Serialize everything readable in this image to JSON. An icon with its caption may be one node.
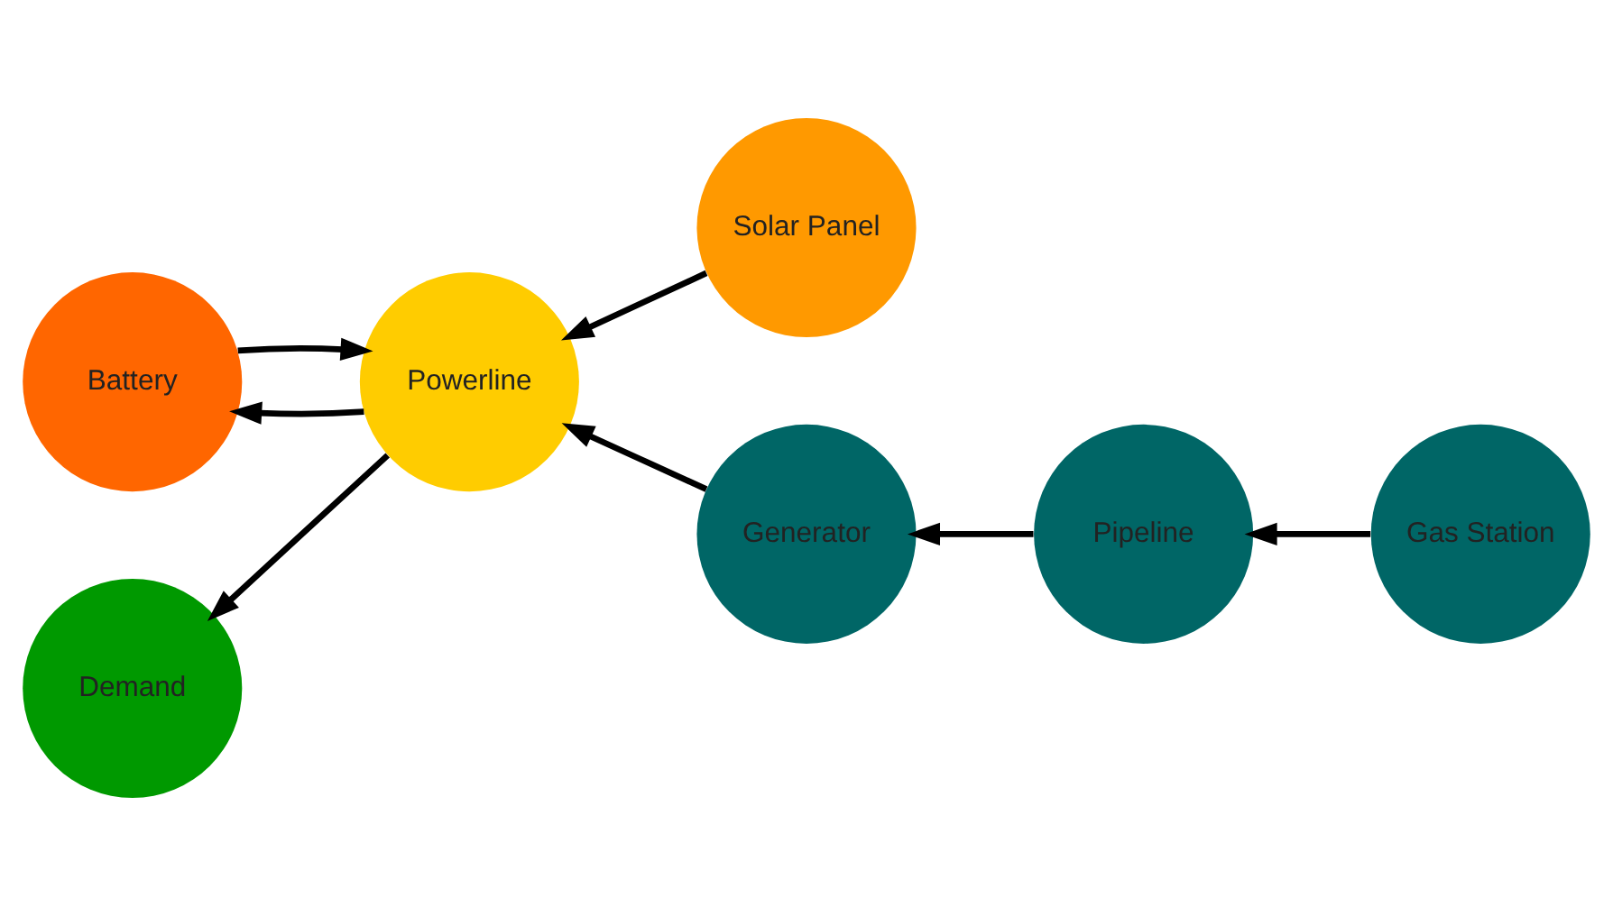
{
  "diagram": {
    "nodes": [
      {
        "text": [
          "Generator"
        ]
      },
      {
        "text": [
          "Pipeline"
        ]
      },
      {
        "text": [
          "Gas Station"
        ]
      },
      {
        "text": [
          "Battery"
        ]
      },
      {
        "text": [
          "Powerline"
        ]
      },
      {
        "text": [
          "Solar Panel"
        ]
      },
      {
        "text": [
          "Demand"
        ]
      }
    ],
    "edges": [
      {
        "from": 2,
        "to": 1,
        "arrow": "to"
      },
      {
        "from": 1,
        "to": 0,
        "arrow": "to"
      },
      {
        "from": 0,
        "to": 4,
        "arrow": "to"
      },
      {
        "from": 3,
        "to": 4,
        "arrow": "to"
      },
      {
        "from": 4,
        "to": 3,
        "arrow": "to"
      },
      {
        "from": 5,
        "to": 4,
        "arrow": "to"
      },
      {
        "from": 4,
        "to": 6,
        "arrow": "to"
      }
    ]
  }
}
